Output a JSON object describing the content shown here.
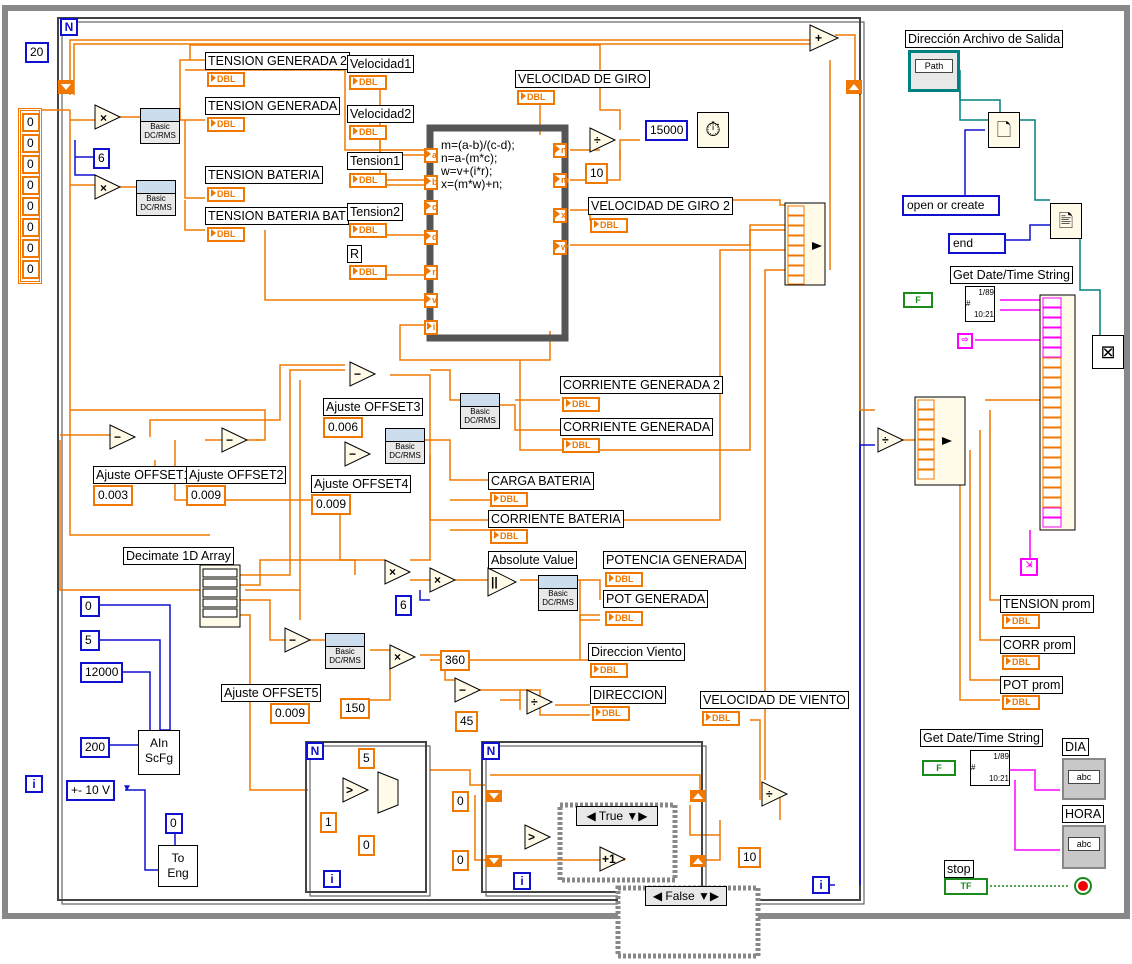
{
  "loop": {
    "count": "20",
    "n_label": "N",
    "i_label": "i"
  },
  "initial_array": [
    "0",
    "0",
    "0",
    "0",
    "0",
    "0",
    "0",
    "0"
  ],
  "constants": {
    "six_top": "6",
    "six_mid": "6",
    "freq": "15000",
    "ten_giro": "10",
    "ten_bottom": "10",
    "c360": "360",
    "c150": "150",
    "c45": "45",
    "c5_loop": "5",
    "c1_loop": "1",
    "c0_loop": "0",
    "c0_a": "0",
    "c0_b": "0",
    "in0": "0",
    "in5": "5",
    "in12000": "12000",
    "in200": "200",
    "range": "+- 10 V",
    "to_eng_0": "0"
  },
  "indicators": {
    "tension_generada_2": "TENSION GENERADA 2",
    "tension_generada": "TENSION GENERADA",
    "tension_bateria": "TENSION BATERIA",
    "tension_bateria_bat": "TENSION BATERIA  BAT",
    "velocidad1": "Velocidad1",
    "velocidad2": "Velocidad2",
    "tension1": "Tension1",
    "tension2": "Tension2",
    "r": "R",
    "velocidad_giro": "VELOCIDAD DE GIRO",
    "velocidad_giro_2": "VELOCIDAD DE GIRO 2",
    "corriente_generada_2": "CORRIENTE GENERADA 2",
    "corriente_generada": "CORRIENTE GENERADA",
    "carga_bateria": "CARGA BATERIA",
    "corriente_bateria": "CORRIENTE BATERIA",
    "potencia_generada": "POTENCIA GENERADA",
    "pot_generada": "POT GENERADA",
    "direccion_viento": "Direccion Viento",
    "direccion": "DIRECCION",
    "velocidad_viento": "VELOCIDAD DE VIENTO",
    "tension_prom": "TENSION prom",
    "corr_prom": "CORR prom",
    "pot_prom": "POT prom",
    "dia": "DIA",
    "hora": "HORA",
    "dbl": "DBL"
  },
  "offsets": {
    "o3_label": "Ajuste OFFSET3",
    "o3_value": "0.006",
    "o1_label": "Ajuste OFFSET1",
    "o1_value": "0.003",
    "o2_label": "Ajuste OFFSET2",
    "o2_value": "0.009",
    "o4_label": "Ajuste OFFSET4",
    "o4_value": "0.009",
    "o5_label": "Ajuste OFFSET5",
    "o5_value": "0.009"
  },
  "formula": [
    "m=(a-b)/(c-d);",
    "n=a-(m*c);",
    "w=v+(i*r);",
    "x=(m*w)+n;"
  ],
  "formula_inputs": [
    "a",
    "b",
    "c",
    "d",
    "r",
    "v",
    "i"
  ],
  "formula_outputs": [
    "n",
    "m",
    "x",
    "w"
  ],
  "vis": {
    "basic_dc": "Basic\nDC/RMS",
    "decimate": "Decimate 1D Array",
    "absolute": "Absolute Value",
    "ain": "AIn\nScFg",
    "to_eng": "To\nEng",
    "get_date_1": "Get Date/Time String",
    "get_date_2": "Get Date/Time String",
    "direccion_archivo": "Dirección Archivo de Salida",
    "path": "Path",
    "open_or_create": "open or create",
    "end": "end",
    "stop": "stop",
    "case_true": "True",
    "case_false": "False",
    "date_small": "1/89",
    "time_small": "10:21",
    "abc": "abc",
    "tf": "TF",
    "tf_false": "F"
  },
  "colors": {
    "orange": "#f07800",
    "blue": "#1010d0",
    "pink": "#ff00ff",
    "green": "#1a8a1a",
    "teal": "#008080"
  }
}
